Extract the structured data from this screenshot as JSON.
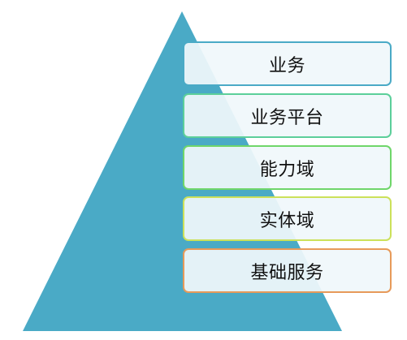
{
  "diagram": {
    "pyramid_color": "#4aaac6",
    "layers": [
      {
        "label": "业务",
        "border_color": "#4aaac6"
      },
      {
        "label": "业务平台",
        "border_color": "#5ccf9a"
      },
      {
        "label": "能力域",
        "border_color": "#6fd66a"
      },
      {
        "label": "实体域",
        "border_color": "#cce15a"
      },
      {
        "label": "基础服务",
        "border_color": "#e79a5a"
      }
    ]
  }
}
